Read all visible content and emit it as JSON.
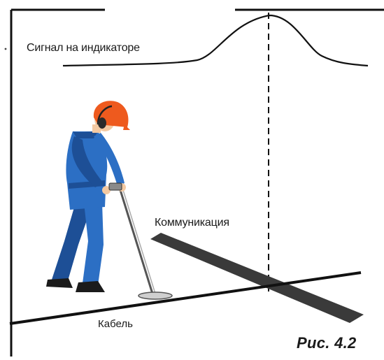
{
  "labels": {
    "signal": "Сигнал на индикаторе",
    "communication": "Коммуникация",
    "cable": "Кабель",
    "figure": "Рис. 4.2"
  },
  "colors": {
    "line": "#111111",
    "strip": "#3a3a3a",
    "overalls": "#2c6fc4",
    "overalls_shade": "#1d4f96",
    "helmet": "#ee5a1e",
    "skin": "#f3c9a2",
    "boots": "#1b1b1b"
  },
  "icons": {
    "worker": "worker-with-detector-icon",
    "headphones": "headphones-icon",
    "detector": "metal-detector-icon"
  }
}
